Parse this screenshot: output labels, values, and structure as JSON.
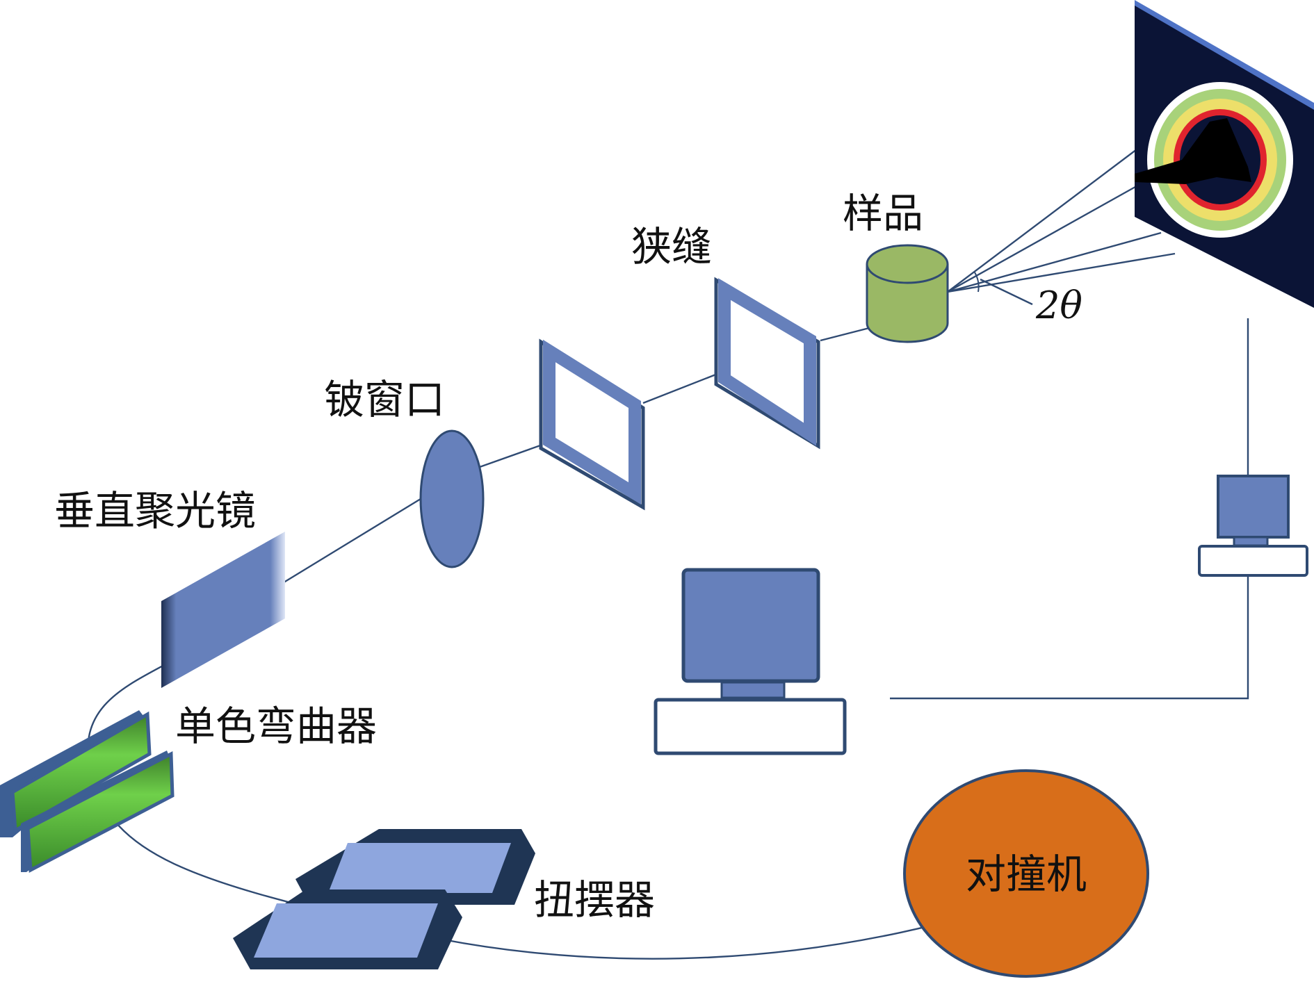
{
  "labels": {
    "vertical_mirror": "垂直聚光镜",
    "be_window": "铍窗口",
    "slit": "狭缝",
    "sample": "样品",
    "two_theta": "2θ",
    "monochromator": "单色弯曲器",
    "wiggler": "扭摆器",
    "collider": "对撞机"
  },
  "colors": {
    "component_blue": "#6680bb",
    "frame_dark": "#2f4a72",
    "wiggler_dark": "#1f3554",
    "wiggler_light": "#8ea6de",
    "crystal_green": "#5fbf3c",
    "sample_green": "#9ab865",
    "collider_orange": "#d86e1a",
    "detector_bg": "#0b1436",
    "ring_red": "#e0242e",
    "ring_green": "#a8d27a",
    "ring_yellow": "#eddf6a"
  }
}
